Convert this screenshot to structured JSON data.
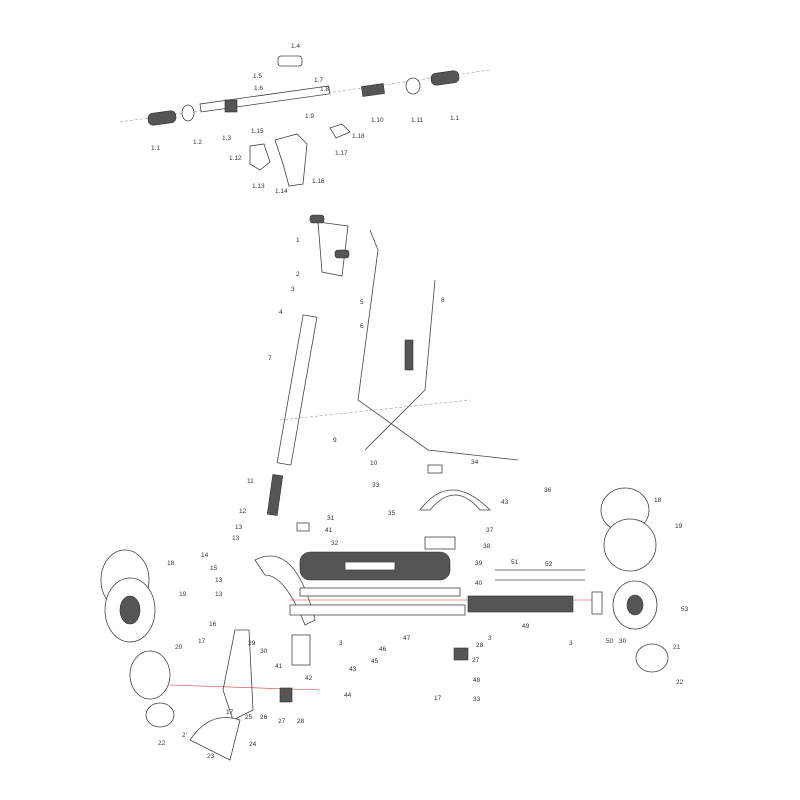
{
  "diagram": {
    "title": "Scooter exploded parts diagram",
    "handlebar_labels": [
      "1.4",
      "1.5",
      "1.6",
      "1.7",
      "1.8",
      "1.9",
      "1.10",
      "1.11",
      "1.1",
      "1.1",
      "1.2",
      "1.3",
      "1.15",
      "1.18",
      "1.17",
      "1.12",
      "1.13",
      "1.14",
      "1.16"
    ],
    "main_labels": [
      "1",
      "2",
      "3",
      "4",
      "5",
      "6",
      "7",
      "8",
      "9",
      "10",
      "11",
      "12",
      "13",
      "13",
      "14",
      "15",
      "13",
      "13",
      "16",
      "17",
      "17",
      "18",
      "19",
      "20",
      "2'",
      "22",
      "23",
      "24",
      "25",
      "26",
      "27",
      "28",
      "29",
      "30",
      "31",
      "41",
      "32",
      "33",
      "34",
      "35",
      "36",
      "43",
      "37",
      "38",
      "39",
      "40",
      "51",
      "52",
      "49",
      "47",
      "46",
      "45",
      "43",
      "44",
      "3",
      "41",
      "42",
      "3",
      "28",
      "27",
      "48",
      "17",
      "33",
      "18",
      "19",
      "53",
      "3",
      "30",
      "50",
      "21",
      "22"
    ],
    "colors": {
      "line": "#444444",
      "axis_red": "#c43a3a"
    }
  }
}
